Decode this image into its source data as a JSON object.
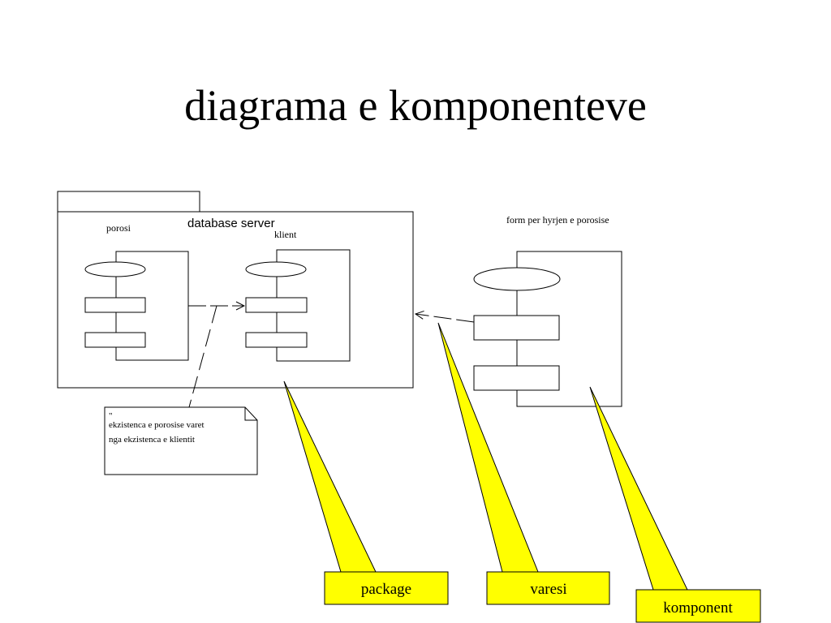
{
  "title": "diagrama e komponenteve",
  "package": {
    "name": "database server"
  },
  "components": {
    "porosi": {
      "label": "porosi"
    },
    "klient": {
      "label": "klient"
    },
    "form": {
      "label": "form per hyrjen e porosise"
    }
  },
  "note": {
    "header": "\"",
    "line1": "ekzistenca e porosise varet",
    "line2": "nga ekzistenca e klientit"
  },
  "callouts": {
    "package": "package",
    "varesi": "varesi",
    "komponent": "komponent"
  },
  "colors": {
    "callout_fill": "#ffff00",
    "stroke": "#000000"
  }
}
